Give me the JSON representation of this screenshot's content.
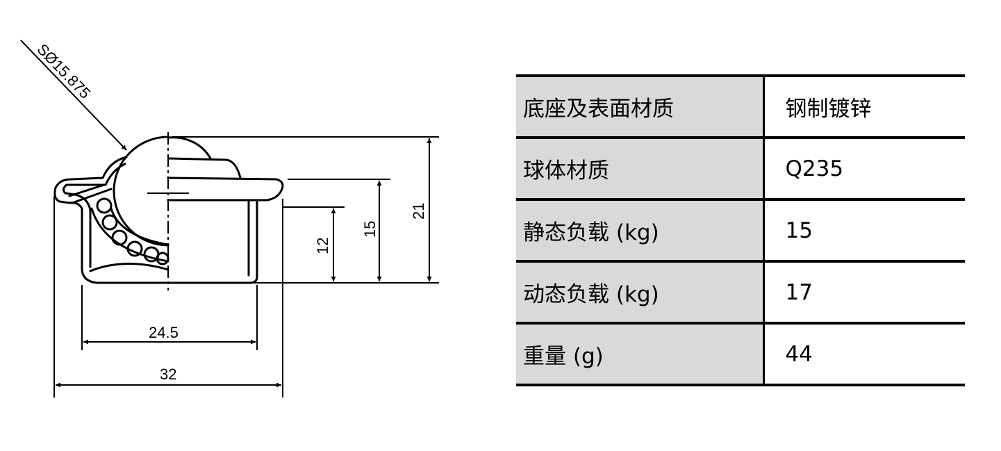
{
  "drawing": {
    "sphere_dim": "SØ15.875",
    "dim_width_total": "32",
    "dim_width_inner": "24.5",
    "dim_height_12": "12",
    "dim_height_15": "15",
    "dim_height_21": "21"
  },
  "spec_table": {
    "rows": [
      {
        "label": "底座及表面材质",
        "value": "钢制镀锌"
      },
      {
        "label": "球体材质",
        "value": "Q235"
      },
      {
        "label": "静态负载 (kg)",
        "value": "15"
      },
      {
        "label": "动态负载 (kg)",
        "value": "17"
      },
      {
        "label": "重量 (g)",
        "value": "44"
      }
    ],
    "label_bg": "#d9d9d9",
    "line_color": "#000000"
  }
}
